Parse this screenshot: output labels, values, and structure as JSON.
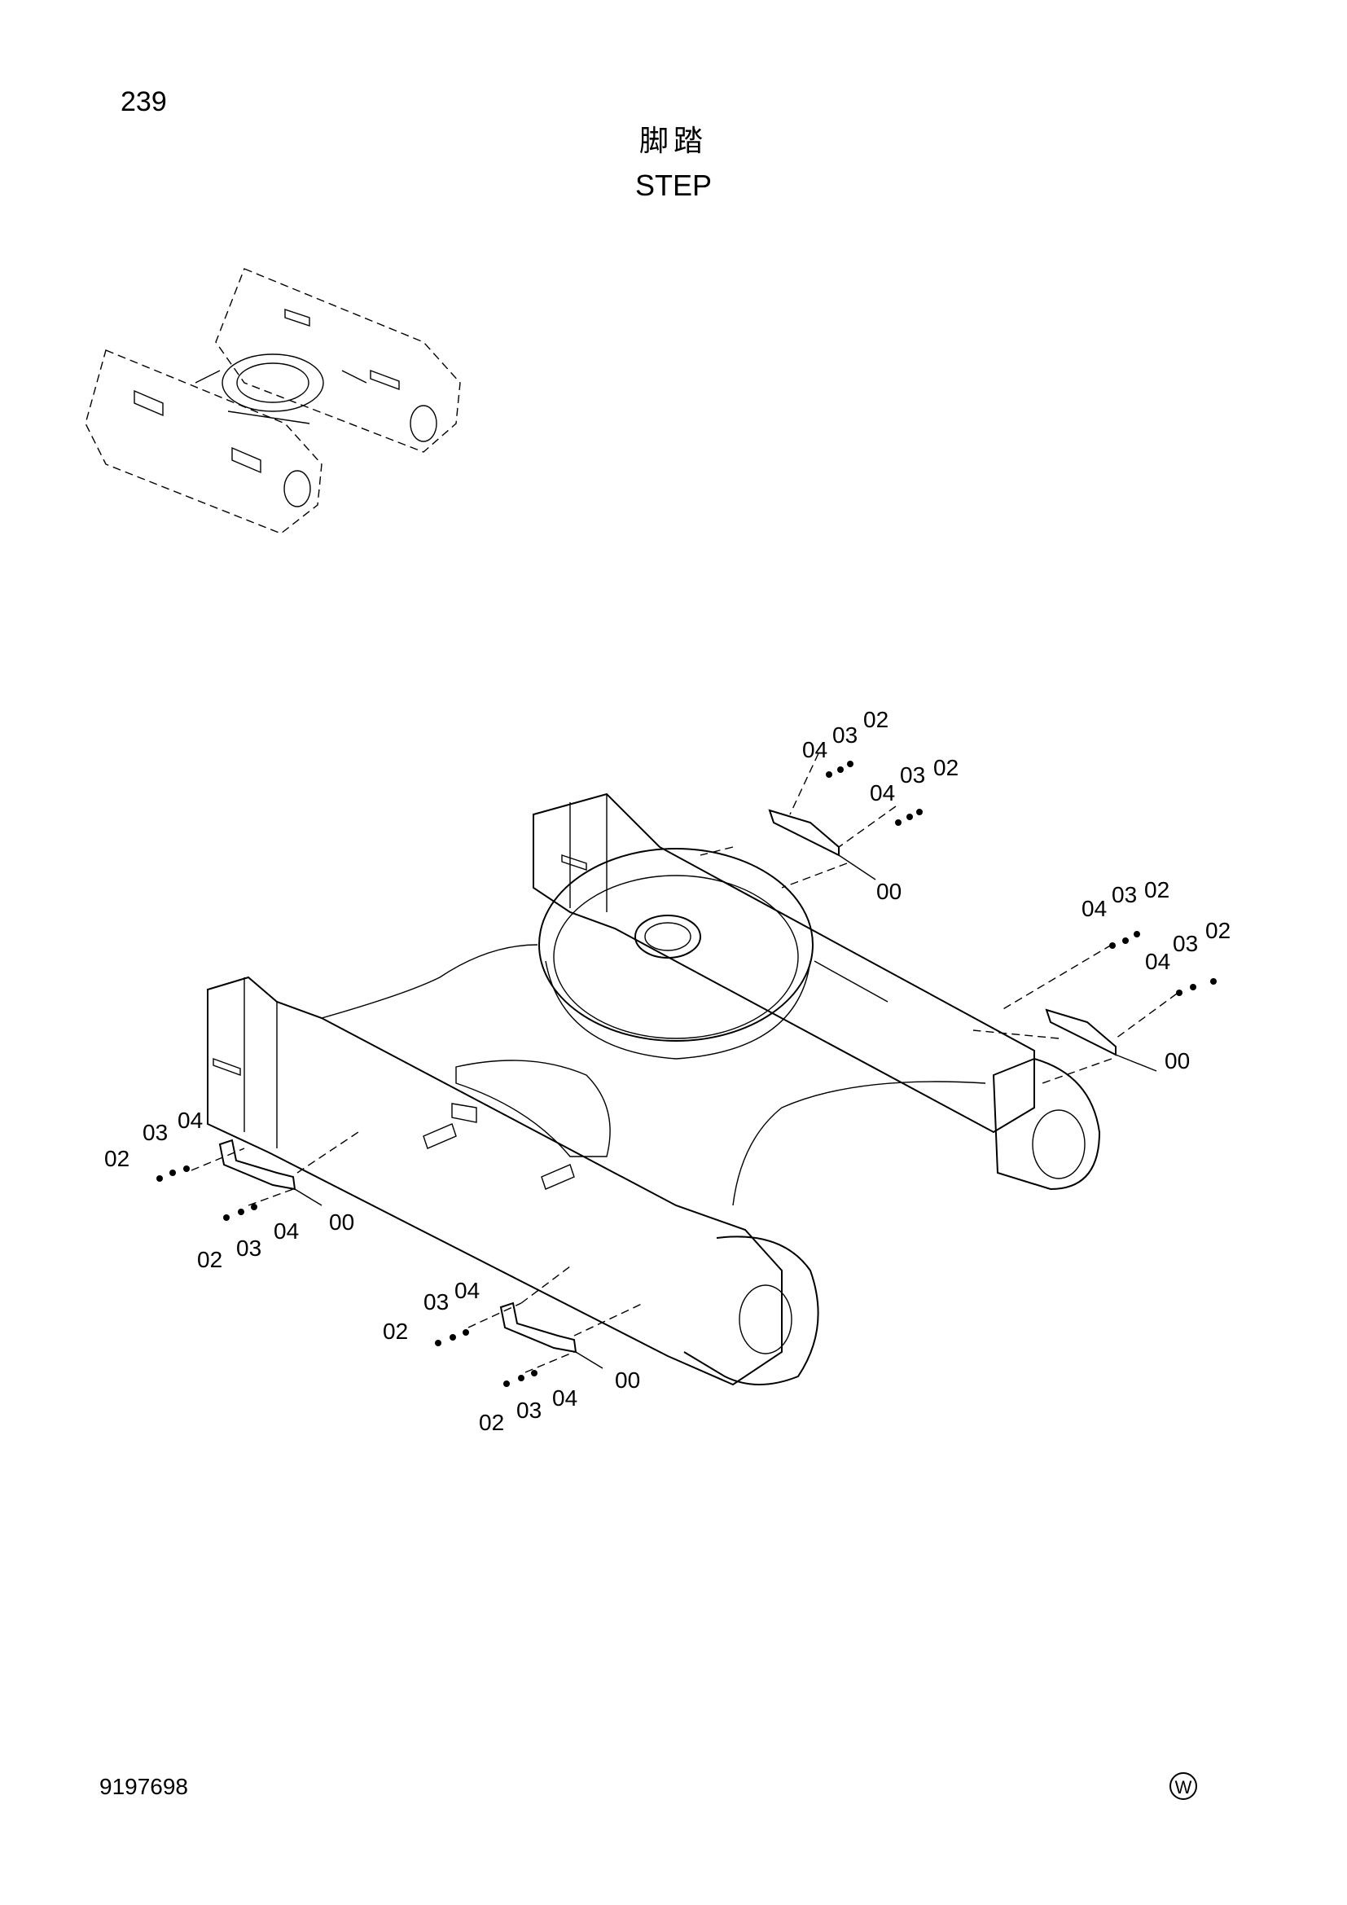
{
  "header": {
    "page_number": "239",
    "title_jp": "脚踏",
    "title_en": "STEP"
  },
  "footer": {
    "drawing_number": "9197698",
    "corner_mark": "W"
  },
  "callouts": {
    "c1": [
      "04",
      "03",
      "02"
    ],
    "c2": [
      "04",
      "03",
      "02"
    ],
    "c3": "00",
    "c4": [
      "04",
      "03",
      "02"
    ],
    "c5": [
      "04",
      "03",
      "02"
    ],
    "c6": "00",
    "c7": [
      "03",
      "04",
      "02"
    ],
    "c8": [
      "02",
      "03",
      "04"
    ],
    "c9": "00",
    "c10": [
      "03",
      "04",
      "02"
    ],
    "c11": [
      "02",
      "03",
      "04"
    ],
    "c12": "00"
  }
}
